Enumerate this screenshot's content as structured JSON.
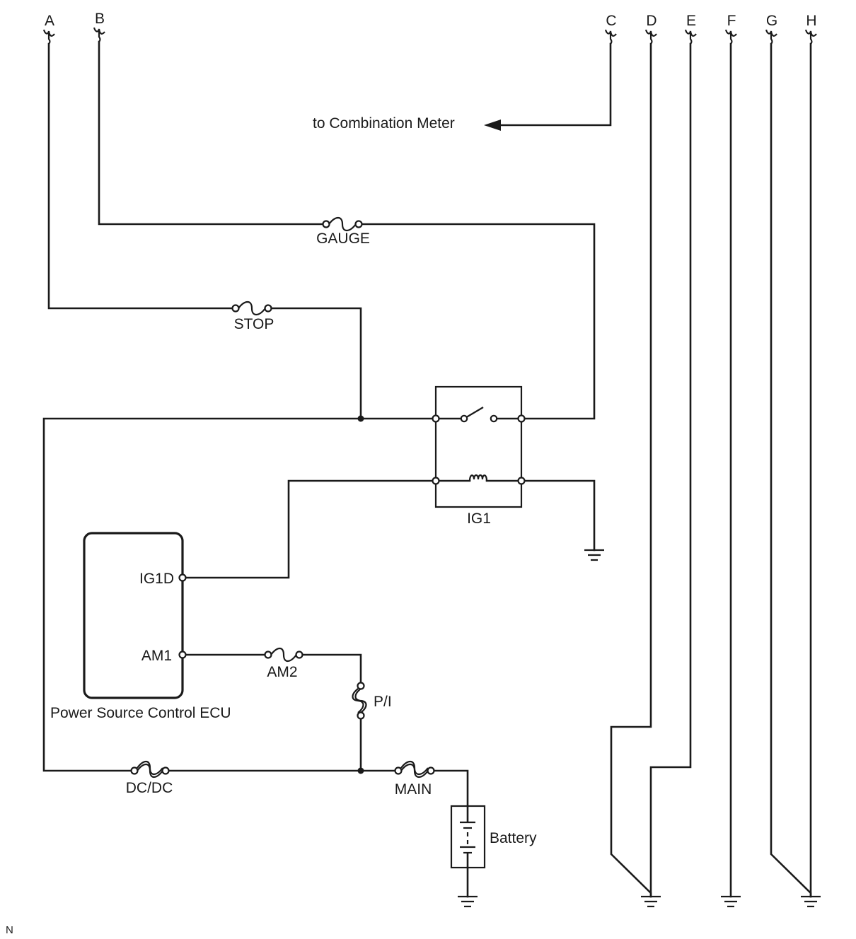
{
  "connectors": [
    "A",
    "B",
    "C",
    "D",
    "E",
    "F",
    "G",
    "H"
  ],
  "arrow_label": "to Combination Meter",
  "fuses": {
    "gauge": "GAUGE",
    "stop": "STOP",
    "am2": "AM2",
    "pi": "P/I",
    "dcdc": "DC/DC",
    "main": "MAIN"
  },
  "relay_label": "IG1",
  "ecu": {
    "name": "Power Source Control ECU",
    "pin_ig1d": "IG1D",
    "pin_am1": "AM1"
  },
  "battery_label": "Battery",
  "corner_mark": "N"
}
